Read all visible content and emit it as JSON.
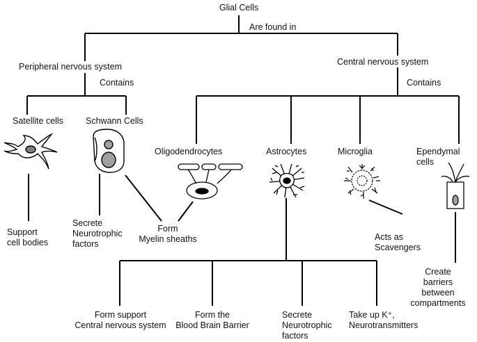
{
  "root": "Glial Cells",
  "root_relation": "Are found in",
  "branches": {
    "pns": {
      "label": "Peripheral nervous system",
      "relation": "Contains",
      "cells": {
        "satellite": {
          "label": "Satellite cells",
          "function": "Support\ncell bodies"
        },
        "schwann": {
          "label": "Schwann Cells",
          "function": "Secrete\nNeurotrophic\nfactors"
        }
      }
    },
    "cns": {
      "label": "Central nervous system",
      "relation": "Contains",
      "cells": {
        "oligodendrocytes": {
          "label": "Oligodendrocytes"
        },
        "astrocytes": {
          "label": "Astrocytes"
        },
        "microglia": {
          "label": "Microglia",
          "function": "Acts as\nScavengers"
        },
        "ependymal": {
          "label": "Ependymal\ncells",
          "function": "Create barriers\nbetween\ncompartments"
        }
      }
    }
  },
  "shared_function": "Form\nMyelin sheaths",
  "astrocyte_functions": [
    "Form support\nCentral nervous system",
    "Form  the\nBlood Brain Barrier",
    "Secrete\nNeurotrophic\nfactors",
    "Take up K⁺,\nNeurotransmitters"
  ]
}
